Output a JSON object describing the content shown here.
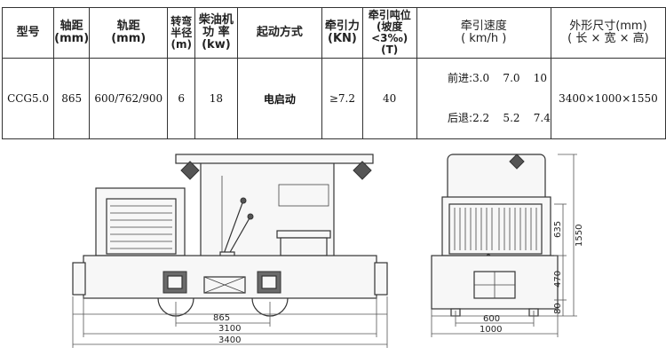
{
  "table": {
    "headers": {
      "model": "型号",
      "wheelbase": "轴距\n(mm)",
      "gauge": "轨距\n(mm)",
      "turn_radius": "转弯\n半径\n(m)",
      "diesel_power": "柴油机\n功  率\n(kw)",
      "start_mode": "起动方式",
      "traction": "牵引力\n(KN)",
      "tonnage": "牵引吨位\n(坡度<3‰)\n(T)",
      "speed": "牵引速度\n( km/h )",
      "dimensions": "外形尺寸(mm)\n( 长 × 宽 × 高)"
    },
    "row": {
      "model": "CCG5.0",
      "wheelbase": "865",
      "gauge": "600/762/900",
      "turn_radius": "6",
      "diesel_power": "18",
      "start_mode": "电启动",
      "traction": "≥7.2",
      "tonnage": "40",
      "speed_forward_label": "前进:",
      "speed_forward": "3.0    7.0    10",
      "speed_reverse_label": "后退:",
      "speed_reverse": "2.2    5.2    7.4",
      "dimensions": "3400×1000×1550"
    }
  },
  "side_view": {
    "dim_wheelbase": "865",
    "dim_middle": "3100",
    "dim_length": "3400"
  },
  "front_view": {
    "dim_top_height": "635",
    "dim_total_height": "1550",
    "dim_mid_height": "470",
    "dim_bottom_height": "80",
    "dim_gauge": "600",
    "dim_width": "1000"
  }
}
